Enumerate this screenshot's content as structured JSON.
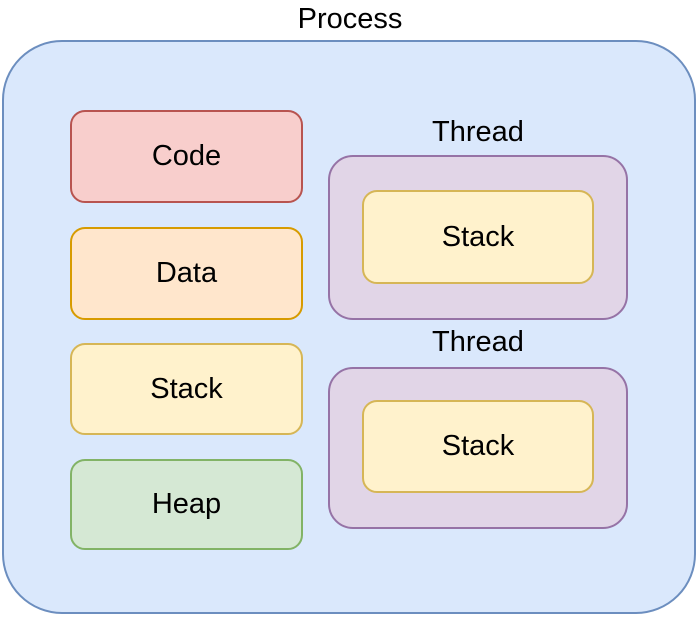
{
  "diagram": {
    "title": "Process",
    "text_color": "#000000",
    "background": "#ffffff",
    "process_box": {
      "label": "Process",
      "fill": "#dae8fc",
      "stroke": "#6c8ebf"
    },
    "memory_segments": [
      {
        "label": "Code",
        "fill": "#f8cecc",
        "stroke": "#b85450"
      },
      {
        "label": "Data",
        "fill": "#ffe6cc",
        "stroke": "#d79b00"
      },
      {
        "label": "Stack",
        "fill": "#fff2cc",
        "stroke": "#d6b656"
      },
      {
        "label": "Heap",
        "fill": "#d5e8d4",
        "stroke": "#82b366"
      }
    ],
    "threads": [
      {
        "label": "Thread",
        "fill": "#e1d5e7",
        "stroke": "#9673a6",
        "stack": {
          "label": "Stack",
          "fill": "#fff2cc",
          "stroke": "#d6b656"
        }
      },
      {
        "label": "Thread",
        "fill": "#e1d5e7",
        "stroke": "#9673a6",
        "stack": {
          "label": "Stack",
          "fill": "#fff2cc",
          "stroke": "#d6b656"
        }
      }
    ]
  }
}
